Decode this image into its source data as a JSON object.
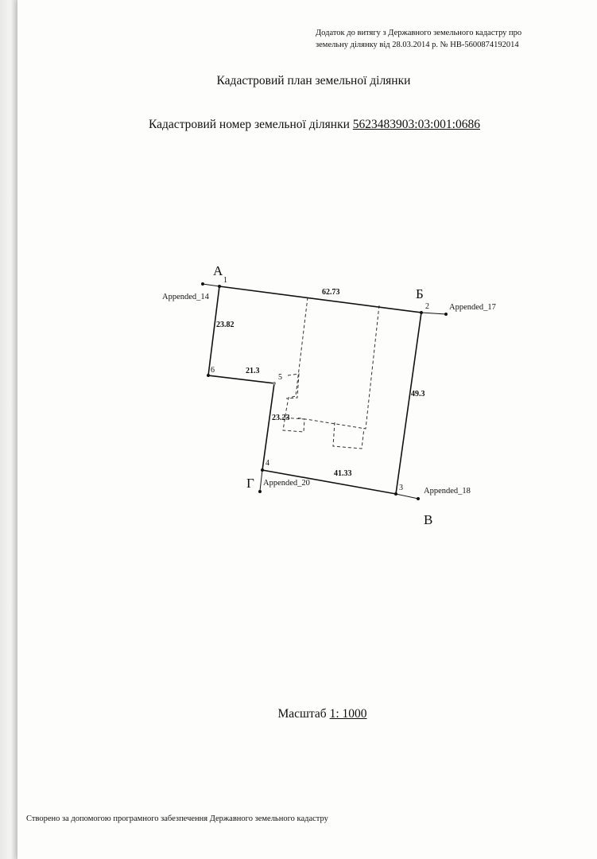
{
  "header_note": {
    "line1": "Додаток до витягу з Державного земельного кадастру про",
    "line2": "земельну ділянку від 28.03.2014 р. № НВ-5600874192014"
  },
  "plan_title": "Кадастровий план земельної ділянки",
  "cadastral": {
    "label": "Кадастровий номер земельної ділянки",
    "number": "5623483903:03:001:0686"
  },
  "plan": {
    "corner_labels": {
      "A": "А",
      "B": "Б",
      "V": "В",
      "G": "Г"
    },
    "point_numbers": [
      "1",
      "2",
      "3",
      "4",
      "5",
      "6"
    ],
    "edge_lengths": {
      "e1_2": "62.73",
      "e2_3": "49.3",
      "e3_4": "41.33",
      "e4_5": "23.23",
      "e5_6": "21.3",
      "e6_1": "23.82"
    },
    "neighbors": {
      "n14": "Appended_14",
      "n17": "Appended_17",
      "n18": "Appended_18",
      "n20": "Appended_20"
    }
  },
  "scale": {
    "label": "Масштаб",
    "value": "1: 1000"
  },
  "footer": "Створено за допомогою програмного забезпечення Державного земельного кадастру"
}
